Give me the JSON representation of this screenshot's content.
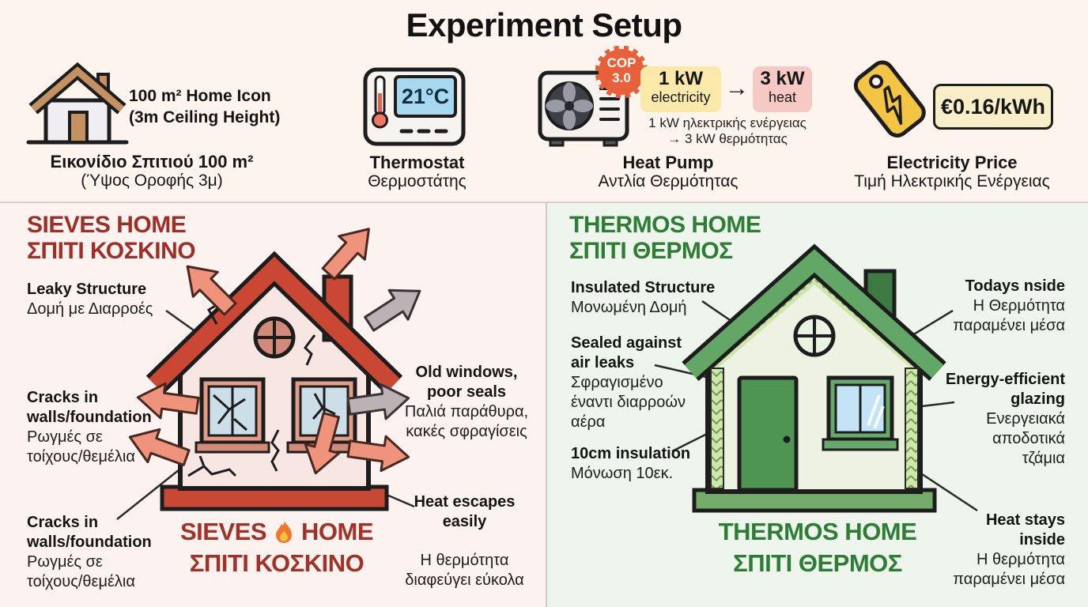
{
  "title": "Experiment Setup",
  "legend": {
    "home": {
      "title": "100 m² Home Icon\n(3m Ceiling Height)",
      "caption_bold": "Εικονίδιο Σπιτιού 100 m²",
      "caption_reg": "(Ύψος Οροφής 3μ)"
    },
    "thermostat": {
      "display": "21°C",
      "caption_en": "Thermostat",
      "caption_gr": "Θερμοστάτης"
    },
    "heat_pump": {
      "badge": "COP\n3.0",
      "input_value": "1 kW",
      "input_label": "electricity",
      "flow_arrow": "→",
      "output_value": "3 kW",
      "output_label": "heat",
      "subtext": "1 kW ηλεκτρικής ενέργειας\n→ 3 kW θερμότητας",
      "caption_en": "Heat Pump",
      "caption_gr": "Αντλία Θερμότητας"
    },
    "electricity": {
      "price": "€0.16/kWh",
      "caption_en": "Electricity Price",
      "caption_gr": "Τιμή Ηλεκτρικής Ενέργειας"
    }
  },
  "sieves": {
    "heading": "SIEVES HOME\nΣΠΙΤΙ ΚΟΣΚΙΝΟ",
    "leaky_en": "Leaky Structure",
    "leaky_gr": "Δομή με Διαρροές",
    "cracks_top_en": "Cracks in\nwalls/foundation",
    "cracks_top_gr": "Ρωγμές σε\nτοίχους/θεμέλια",
    "cracks_bottom_en": "Cracks in\nwalls/foundation",
    "cracks_bottom_gr": "Ρωγμές σε\nτοίχους/θεμέλια",
    "windows_en": "Old windows,\npoor seals",
    "windows_gr": "Παλιά παράθυρα,\nκακές σφραγίσεις",
    "escape_en": "Heat escapes\neasily",
    "escape_gr": "Η θερμότητα\nδιαφεύγει εύκολα",
    "caption_word1": "SIEVES",
    "caption_word2": "HOME",
    "caption_gr": "ΣΠΙΤΙ ΚΟΣΚΙΝΟ"
  },
  "thermos": {
    "heading": "THERMOS HOME\nΣΠΙΤΙ ΘΕΡΜΟΣ",
    "insulated_en": "Insulated Structure",
    "insulated_gr": "Μονωμένη Δομή",
    "sealed_en": "Sealed against\nair leaks",
    "sealed_gr": "Σφραγισμένο\nέναντι διαρροών\nαέρα",
    "insulation_en": "10cm insulation",
    "insulation_gr": "Μόνωση 10εκ.",
    "stays_top_en": "Todays nside",
    "stays_top_gr": "Η Θερμότητα\nπαραμένει μέσα",
    "glazing_en": "Energy-efficient\nglazing",
    "glazing_gr": "Ενεργειακά\nαποδοτικά\nτζάμια",
    "stays_bottom_en": "Heat stays\ninside",
    "stays_bottom_gr": "Η θερμότητα\nπαραμένει μέσα",
    "caption": "THERMOS HOME\nΣΠΙΤΙ ΘΕΡΜΟΣ"
  },
  "colors": {
    "sieves_accent": "#9e2f26",
    "thermos_accent": "#2e7d35",
    "roof_red": "#c94733",
    "arrow_salmon": "#f0937c",
    "roof_green": "#63a766",
    "badge_orange": "#e8603a",
    "input_box_yellow": "#fae9a9",
    "output_box_pink": "#f7c9c5",
    "price_box_cream": "#f8efc8",
    "tag_yellow": "#f4c544",
    "left_panel_bg": "#fcf2f0",
    "right_panel_bg": "#edf5ed"
  }
}
